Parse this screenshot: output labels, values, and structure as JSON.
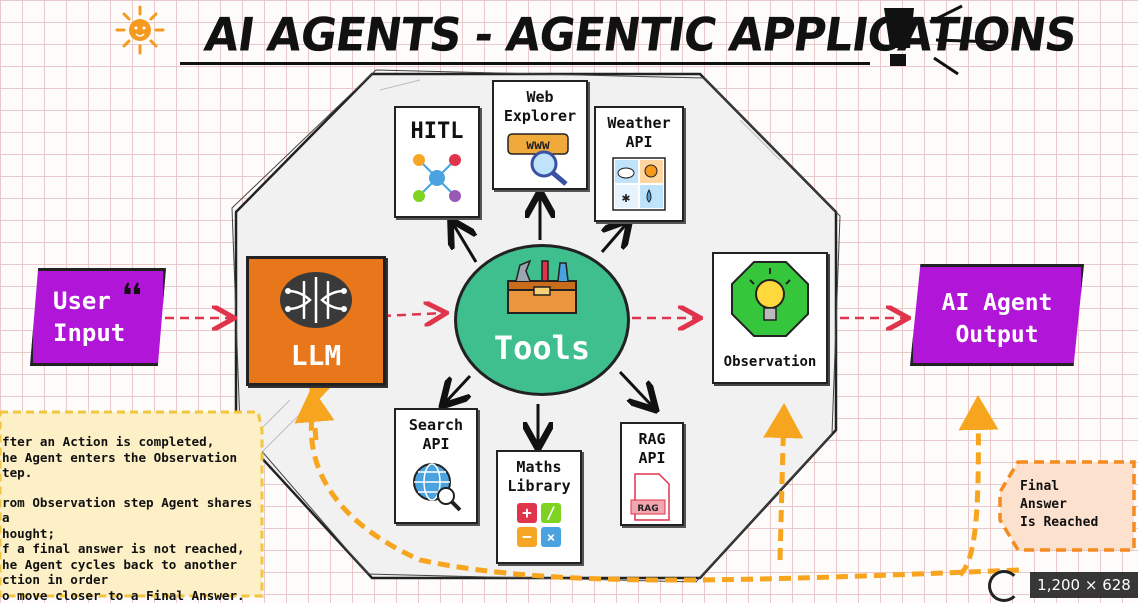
{
  "title": "AI AGENTS - AGENTIC APPLICATIONS",
  "nodes": {
    "user_input": "User\nInput",
    "llm": "LLM",
    "tools": "Tools",
    "observation": "Observation",
    "output": "AI Agent\nOutput"
  },
  "tools": {
    "hitl": "HITL",
    "web_explorer": "Web\nExplorer",
    "web_explorer_www": "www",
    "weather_api": "Weather\nAPI",
    "search_api": "Search\nAPI",
    "maths_library": "Maths\nLibrary",
    "rag_api": "RAG\nAPI",
    "rag_doc_label": "RAG"
  },
  "note": {
    "p1": "fter an Action is completed,\nhe Agent enters the Observation\ntep.",
    "p2": "rom Observation step Agent shares a\nhought;\nf a final answer is not reached,\nhe Agent cycles back to another\nction in order\no move closer to a Final Answer."
  },
  "final_answer": "Final\nAnswer\nIs Reached",
  "badge": "1,200 × 628",
  "colors": {
    "llm": "#e8771b",
    "purple": "#b115d8",
    "tools": "#3fbf8e",
    "observation": "#36c63c",
    "loop": "#f7a51e",
    "arrow_red": "#e0344d",
    "note_bg": "#fdf0c7",
    "final_bg": "#fde1cf"
  },
  "icons": [
    "sun-icon",
    "exclamation-icon",
    "brain-icon",
    "toolbox-icon",
    "lightbulb-icon",
    "network-people-icon",
    "magnifier-www-icon",
    "weather-grid-icon",
    "globe-search-icon",
    "calculator-icon",
    "document-rag-icon",
    "quote-icon"
  ]
}
